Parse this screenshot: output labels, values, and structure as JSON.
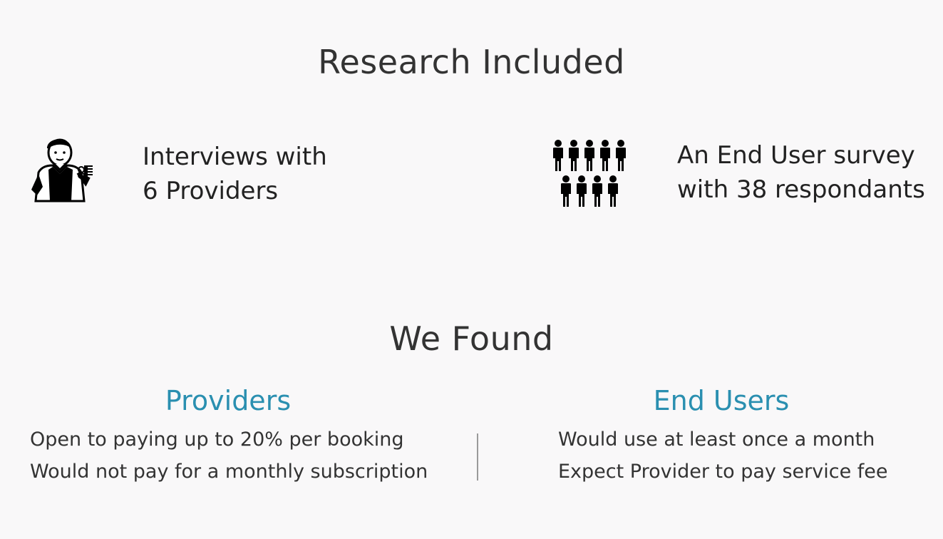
{
  "research": {
    "title": "Research Included",
    "interviews": {
      "line1": "Interviews with",
      "line2": "6 Providers",
      "icon": "barber-person-icon"
    },
    "survey": {
      "line1": "An End User survey",
      "line2": "with 38 respondants",
      "icon": "crowd-people-icon"
    }
  },
  "found": {
    "title": "We Found",
    "providers": {
      "heading": "Providers",
      "items": [
        "Open to paying up to 20% per booking",
        "Would not pay for a monthly subscription"
      ]
    },
    "end_users": {
      "heading": "End Users",
      "items": [
        "Would use at least once a month",
        "Expect Provider to pay service fee"
      ]
    }
  },
  "colors": {
    "background": "#f9f8f9",
    "text": "#333333",
    "accent": "#2a8fb0",
    "divider": "#9a9a9a"
  }
}
